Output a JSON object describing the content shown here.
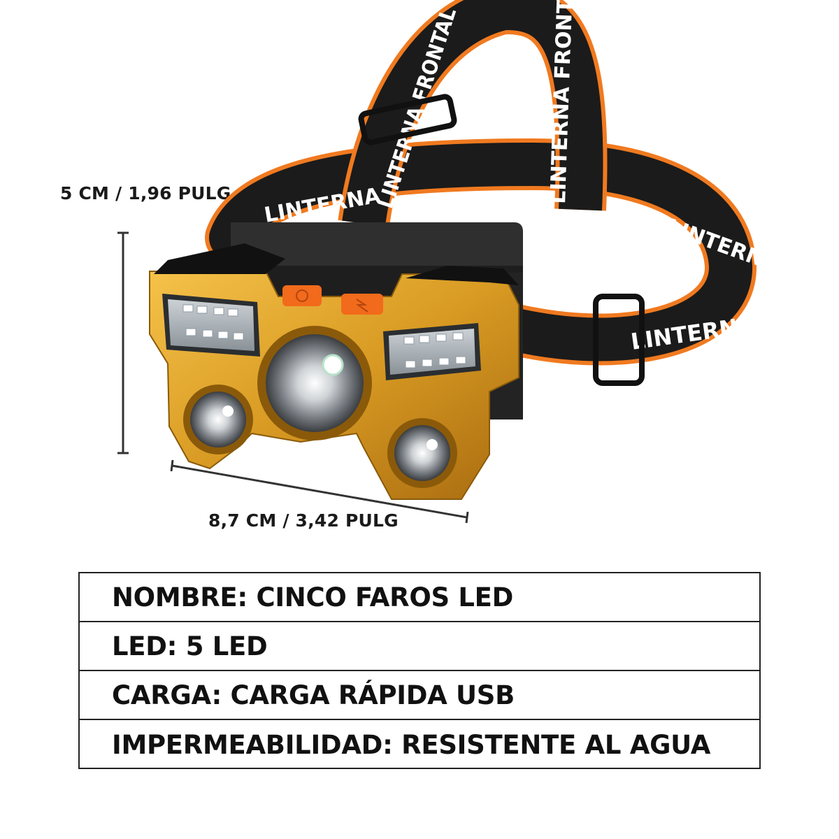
{
  "dimensions": {
    "height_label": "5 CM / 1,96 PULG",
    "width_label": "8,7 CM / 3,42 PULG"
  },
  "strap_text": "LINTERNA FRONTAL",
  "strap_text_short": "LINTERNA",
  "colors": {
    "strap_black": "#1b1b1b",
    "strap_orange": "#f07a20",
    "housing_gold": "#d89a22",
    "housing_black": "#2a2a2a",
    "button_orange": "#f26a1b"
  },
  "specs": [
    {
      "text": "NOMBRE: CINCO FAROS LED"
    },
    {
      "text": "LED: 5 LED"
    },
    {
      "text": "CARGA: CARGA RÁPIDA USB"
    },
    {
      "text": "IMPERMEABILIDAD: RESISTENTE AL AGUA"
    }
  ]
}
